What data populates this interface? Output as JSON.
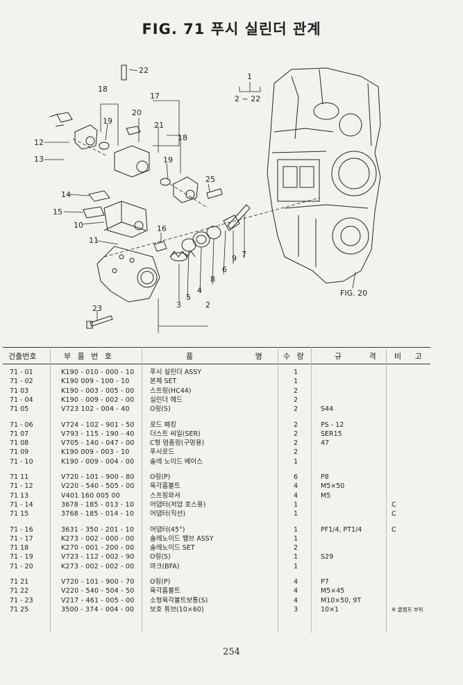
{
  "title": "FIG. 71 푸시 실린더 관계",
  "diagram": {
    "callouts": [
      "1",
      "2 ~ 22",
      "2",
      "3",
      "4",
      "5",
      "6",
      "7",
      "8",
      "9",
      "10",
      "11",
      "12",
      "13",
      "14",
      "15",
      "16",
      "17",
      "18",
      "18",
      "19",
      "19",
      "20",
      "21",
      "22",
      "23",
      "25"
    ],
    "fig_ref": "FIG. 20"
  },
  "table": {
    "headers": [
      "건출번호",
      "부 품 번 호",
      "품 명",
      "수 량",
      "규 격",
      "비 고"
    ],
    "rows": [
      {
        "no": "71 - 01",
        "part": "K190 - 010 - 000 - 10",
        "name": "푸시 실린더 ASSY",
        "qty": "1",
        "spec": "",
        "note": ""
      },
      {
        "no": "71 - 02",
        "part": "K190  009 - 100 - 10",
        "name": "본체 SET",
        "qty": "1",
        "spec": "",
        "note": ""
      },
      {
        "no": "71   03",
        "part": "K190 - 003 - 005 - 00",
        "name": "스프링(HC44)",
        "qty": "2",
        "spec": "",
        "note": ""
      },
      {
        "no": "71 - 04",
        "part": "K190 - 009 - 002 - 00",
        "name": "실린더 헤드",
        "qty": "2",
        "spec": "",
        "note": ""
      },
      {
        "no": "71   05",
        "part": "V723  102 - 004 - 40",
        "name": "O링(S)",
        "qty": "2",
        "spec": "S44",
        "note": ""
      },
      {
        "no": "71 - 06",
        "part": "V724 - 102 - 901 - 50",
        "name": "로드 패킹",
        "qty": "2",
        "spec": "PS - 12",
        "note": ""
      },
      {
        "no": "71   07",
        "part": "V793 - 115 - 190 - 40",
        "name": "더스트 씨일(SER)",
        "qty": "2",
        "spec": "SER15",
        "note": ""
      },
      {
        "no": "71   08",
        "part": "V705 - 140 - 047 - 00",
        "name": "C형 멈춤링(구멍용)",
        "qty": "2",
        "spec": "47",
        "note": ""
      },
      {
        "no": "71   09",
        "part": "K190  009 - 003 - 10",
        "name": "푸시로드",
        "qty": "2",
        "spec": "",
        "note": ""
      },
      {
        "no": "71 - 10",
        "part": "K190 - 009 - 004 - 00",
        "name": "솔레 노이드 베이스",
        "qty": "1",
        "spec": "",
        "note": ""
      },
      {
        "no": "71   11",
        "part": "V720 - 101 - 900 - 80",
        "name": "O링(P)",
        "qty": "6",
        "spec": "P8",
        "note": ""
      },
      {
        "no": "71 - 12",
        "part": "V220 - 540 - 505 - 00",
        "name": "육각홈볼트",
        "qty": "4",
        "spec": "M5×50",
        "note": ""
      },
      {
        "no": "71   13",
        "part": "V401  160  005  00",
        "name": "스프링와셔",
        "qty": "4",
        "spec": "M5",
        "note": ""
      },
      {
        "no": "71 - 14",
        "part": "3678 - 185 - 013 - 10",
        "name": "어댑터(저압 호스용)",
        "qty": "1",
        "spec": "",
        "note": "C"
      },
      {
        "no": "71   15",
        "part": "3768 - 185 - 014 - 10",
        "name": "어댑터(직선)",
        "qty": "1",
        "spec": "",
        "note": "C"
      },
      {
        "no": "71 - 16",
        "part": "3631 - 350 - 201 - 10",
        "name": "어댑터(45°)",
        "qty": "1",
        "spec": "PF1/4, PT1/4",
        "note": "C"
      },
      {
        "no": "71 - 17",
        "part": "K273 - 002 - 000 - 00",
        "name": "솔레노이드 밸브 ASSY",
        "qty": "1",
        "spec": "",
        "note": ""
      },
      {
        "no": "71   18",
        "part": "K270 - 001 - 200 - 00",
        "name": "솔레노이드 SET",
        "qty": "2",
        "spec": "",
        "note": ""
      },
      {
        "no": "71 - 19",
        "part": "V723 - 112 - 002 - 90",
        "name": "O링(S)",
        "qty": "1",
        "spec": "S29",
        "note": ""
      },
      {
        "no": "71 - 20",
        "part": "K273 - 002 - 002 - 00",
        "name": "마크(BFA)",
        "qty": "1",
        "spec": "",
        "note": ""
      },
      {
        "no": "71   21",
        "part": "V720 - 101 - 900 - 70",
        "name": "O링(P)",
        "qty": "4",
        "spec": "P7",
        "note": ""
      },
      {
        "no": "71   22",
        "part": "V220 - 540 - 504 - 50",
        "name": "육각홈볼트",
        "qty": "4",
        "spec": "M5×45",
        "note": ""
      },
      {
        "no": "71 - 23",
        "part": "V217 - 461 - 005 - 00",
        "name": "소형육각볼트보통(S)",
        "qty": "4",
        "spec": "M10×50, 9T",
        "note": ""
      },
      {
        "no": "71   25",
        "part": "3500 - 374 - 004 - 00",
        "name": "보호 튜브(10×60)",
        "qty": "3",
        "spec": "10×1",
        "note": "※ 클램프 부위"
      }
    ]
  },
  "page_number": "254"
}
